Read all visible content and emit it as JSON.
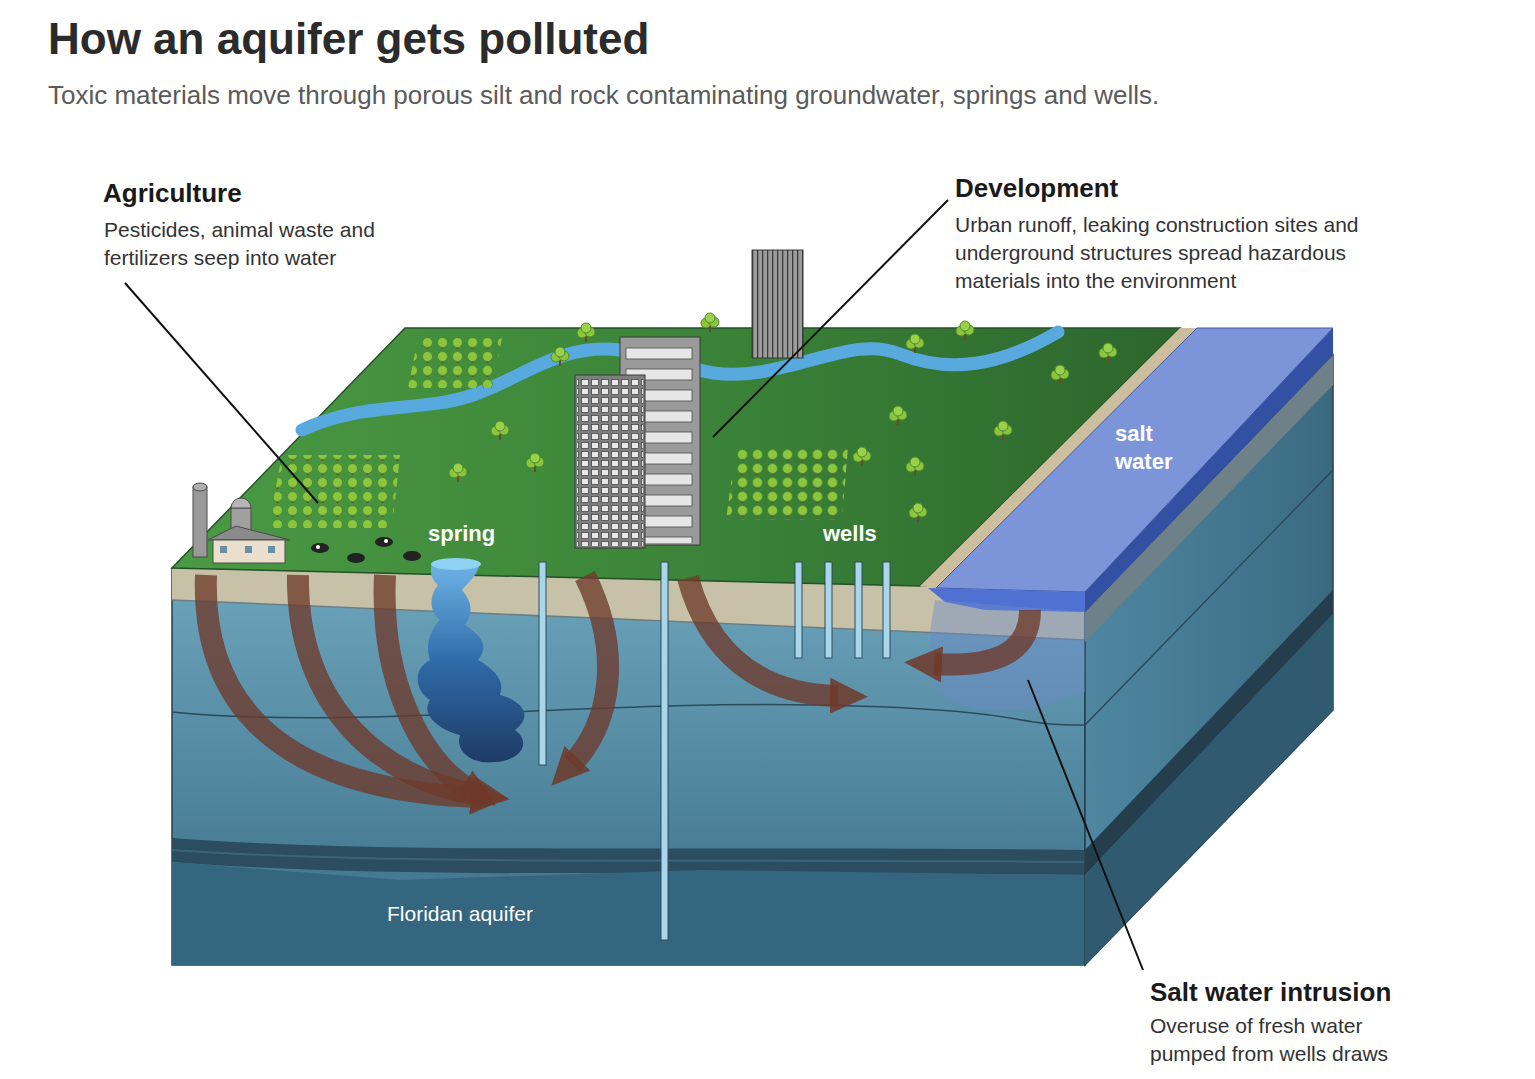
{
  "diagram": {
    "title": "How an aquifer gets polluted",
    "caption": "Toxic materials move through porous silt and rock contaminating groundwater, springs and wells.",
    "labels": [
      "Agriculture",
      "Pesticides, animal waste and fertilizers seep into water",
      "Development",
      "Urban runoff, leaking construction sites and underground structures spread hazardous materials into the environment",
      "salt water",
      "spring",
      "wells",
      "Floridan aquifer",
      "Salt water intrusion",
      "Overuse of fresh water pumped from wells draws"
    ]
  }
}
